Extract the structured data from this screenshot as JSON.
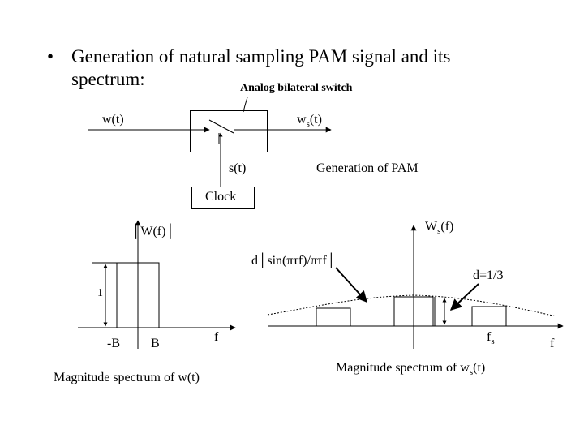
{
  "title": {
    "bullet": "•",
    "line1": "Generation of natural sampling PAM signal and its",
    "line2": "spectrum:"
  },
  "block_diagram": {
    "switch_label": "Analog bilateral switch",
    "input_label": "w(t)",
    "output_label_main": "w",
    "output_label_sub": "s",
    "output_label_tail": "(t)",
    "control_label": "s(t)",
    "generation_label": "Generation of PAM",
    "clock_label": "Clock"
  },
  "spectrum_left": {
    "title": "│W(f)│",
    "level_label": "1",
    "neg_label": "-B",
    "pos_label": "B",
    "axis_label": "f",
    "caption": "Magnitude spectrum of w(t)"
  },
  "spectrum_right": {
    "title_main": "W",
    "title_sub": "s",
    "title_tail": "(f)",
    "envelope_label": "d│sin(πτf)/πτf│",
    "duty_label": "d=1/3",
    "fs_main": "f",
    "fs_sub": "s",
    "axis_label": "f",
    "caption_main": "Magnitude spectrum of w",
    "caption_sub": "s",
    "caption_tail": "(t)"
  }
}
